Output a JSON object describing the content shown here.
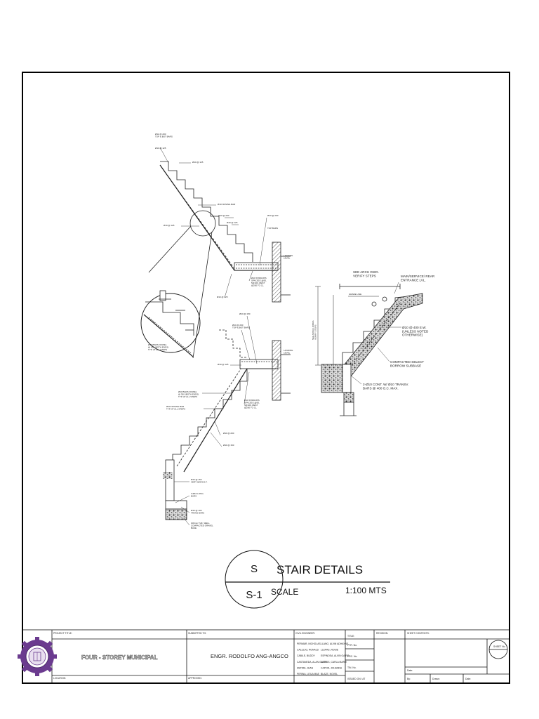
{
  "drawing": {
    "title": "STAIR DETAILS",
    "scale_label": "SCALE",
    "scale_value": "1:100 MTS",
    "bubble_top": "S",
    "bubble_bottom": "S-1"
  },
  "callouts": {
    "top_bars": "Ø12 @ 200\nTOP & BOT BARS",
    "bar_125_a": "Ø10 @ 125",
    "bar_125_b": "Ø10 @ 125",
    "nosing_bar": "Ø10 NOSING BAR",
    "bar_125_c": "Ø10 @ 125",
    "bar_200_a": "Ø10 @ 200",
    "top_bars_2": "TOP BARS",
    "landing_level": "LANDING\nLEVEL",
    "stirrups": "Ø10 STIRRUPS\nSPACED 1@50,\n5@100, REST\n@200 TO CL",
    "bar_125_d": "Ø10 @ 125",
    "bar_150": "Ø10 @ 150",
    "bar_200_b": "Ø10 @ 200\nTOP & BOT BARS",
    "detail_bars": "Ø10 BARS DOWEL\n@ 300 (BOTH ENDS)\nTYP. AT ALL STEPS",
    "bar_125_e": "Ø10 @ 125",
    "stirrups_2": "Ø10 STIRRUPS\nSPACED 1@50,\n5@100, REST\n@200 TO CL",
    "bars_dowel_2": "Ø10 BARS DOWEL\n@ 300 (BOTH ENDS)\nTYP. AT ALL STEPS",
    "nosing_bar_2": "Ø10 NOSING BAR\nTYP. AT ALL STEPS",
    "bar_200_c": "Ø10 @ 200",
    "bar_150_b": "Ø10 @ 150",
    "vert_bars": "Ø16 @ 150\nVERT. BARS E.F.",
    "long_bars": "3-Ø16 LONG.\nBARS",
    "trans_bars": "Ø16 @ 100\nTRANS BARS",
    "gravel": "100mm THK. WELL\nCOMPACTED GRAVEL\nBASE",
    "arch_dwg": "SEE ARCH DWG.\nVERIFY STEPS",
    "entrance": "MAIN/SERVICE/ REAR\nENTRANCE LVL.",
    "ground_line": "GRADE LINE",
    "bar_400": "Ø10 @ 400 E.W.\n(UNLESS NOTED\nOTHERWISE)",
    "subbase": "COMPACTED SELECT\nBORROW SUBBASE",
    "cont_bars": "2-Ø10 CONT. W/ Ø10 TRANSV.\nBARS @ 400 O.C. MAX.",
    "vert_dim": "SEE ARCH'L DWGS\nVERIFY STEPS"
  },
  "title_block": {
    "project_title_label": "PROJECT TITLE:",
    "project_title": "FOUR - STOREY MUNICIPAL",
    "location_label": "LOCATION:",
    "submitted_to_label": "SUBMITTED TO:",
    "submitted_to": "ENGR. RODOLFO ANG-ANGCO",
    "approved_label": "APPROVED:",
    "civil_engineer_label": "CIVIL ENGINEER:",
    "engineers_left": [
      "PERMAR, NICHOLAS",
      "CALLEJO, RONALD",
      "CABILE, BUDDY",
      "CASTANEDA, ALAN GAIRO",
      "MATIRE, JEAN",
      "PERINA, LEILA MAE"
    ],
    "engineers_right": [
      "LLANO, ALVIN ADHAYNE",
      "LLEPAS, ROSIE",
      "ESPINOSA, ALVIN GAIRO",
      "LLEPAS, CARLA MARIE",
      "CAPOR, JOHANNA",
      "BLAZE, NOVEL"
    ],
    "title_label": "TITLE:",
    "ptr_label": "PTR. No.",
    "prc_label": "PRC. No.",
    "tin_label": "TIN. No.",
    "issued_label": "ISSUED ON / AT",
    "revision_label": "REVISION:",
    "sheet_contents_label": "SHEET CONTENTS:",
    "date_label": "Date:",
    "by_label": "By:",
    "drawn_label": "Drawn:",
    "date2_label": "Date:",
    "sheet_no_label": "SHEET No."
  }
}
